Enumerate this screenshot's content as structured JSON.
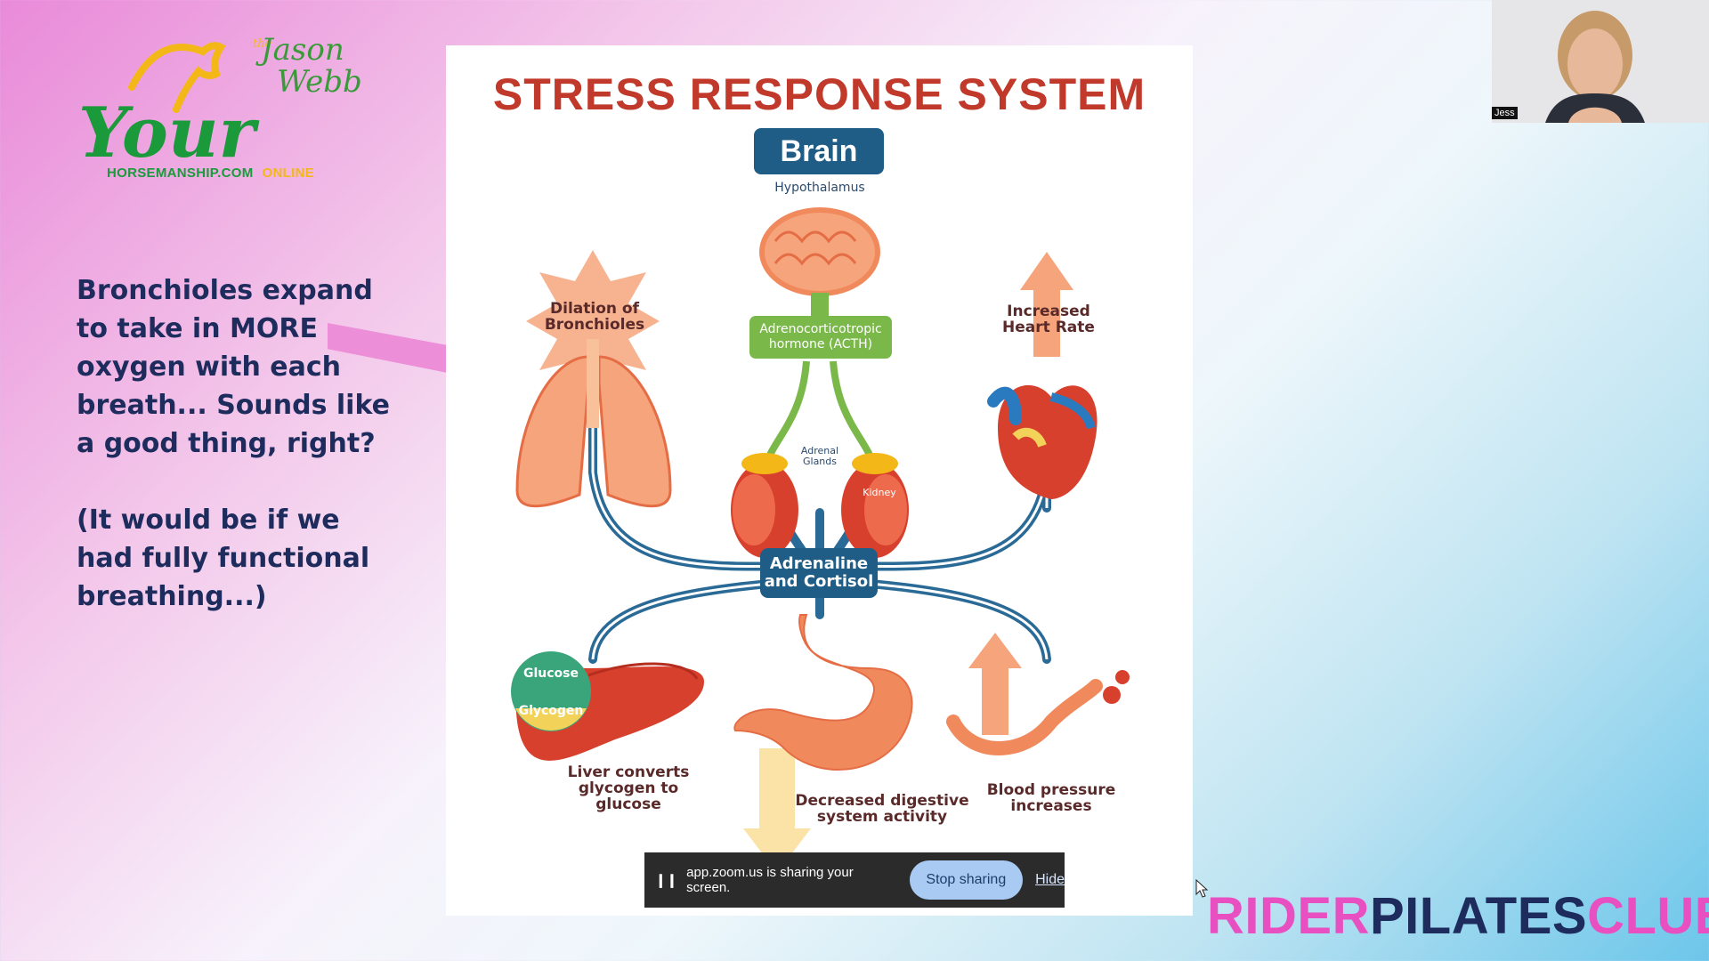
{
  "logo": {
    "your": "Your",
    "the": "the",
    "jason": "Jason",
    "webb": "Webb",
    "site": "HORSEMANSHIP.COM",
    "online": "ONLINE"
  },
  "side_text": {
    "para1": "Bronchioles expand to take in MORE oxygen with each breath... Sounds like a good thing, right?",
    "para2": "(It would be if we had fully functional breathing...)"
  },
  "slide": {
    "title": "STRESS RESPONSE SYSTEM",
    "brain": "Brain",
    "hypothalamus": "Hypothalamus",
    "acth": "Adrenocorticotropic hormone (ACTH)",
    "dilation": "Dilation of Bronchioles",
    "heart_rate": "Increased Heart Rate",
    "adrenal_glands": "Adrenal Glands",
    "kidney": "Kidney",
    "adrenaline": "Adrenaline and Cortisol",
    "glucose": "Glucose",
    "glycogen": "Glycogen",
    "liver": "Liver converts glycogen to glucose",
    "digestive": "Decreased digestive system activity",
    "blood_pressure": "Blood pressure increases"
  },
  "zoom_bar": {
    "pause_icon": "❙❙",
    "message": "app.zoom.us is sharing your screen.",
    "stop_label": "Stop sharing",
    "hide_label": "Hide"
  },
  "camera": {
    "participant": "Jess"
  },
  "brand": {
    "rider": "RIDER",
    "pilates": "PILATES",
    "club": "CLUB"
  },
  "colors": {
    "accent_pink": "#e84fc0",
    "navy": "#1d2c5c",
    "slide_title_red": "#c0392b",
    "badge_blue": "#1f5d86"
  }
}
